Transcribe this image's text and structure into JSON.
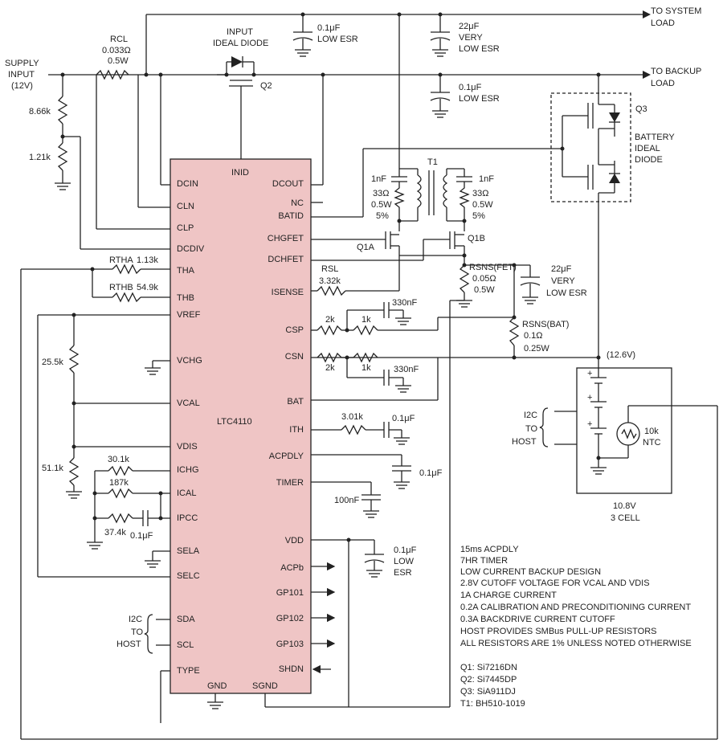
{
  "ic": {
    "name": "LTC4110",
    "left_pins": [
      "DCIN",
      "CLN",
      "CLP",
      "DCDIV",
      "THA",
      "THB",
      "VREF",
      "VCHG",
      "VCAL",
      "VDIS",
      "ICHG",
      "ICAL",
      "IPCC",
      "SELA",
      "SELC",
      "SDA",
      "SCL",
      "TYPE"
    ],
    "right_pins": [
      "DCOUT",
      "NC",
      "BATID",
      "CHGFET",
      "DCHFET",
      "ISENSE",
      "CSP",
      "CSN",
      "BAT",
      "ITH",
      "ACPDLY",
      "TIMER",
      "VDD",
      "ACPb",
      "GP101",
      "GP102",
      "GP103",
      "SHDN"
    ],
    "top_pin": "INID",
    "bottom_pins": [
      "GND",
      "SGND"
    ]
  },
  "labels": {
    "supply_input": [
      "SUPPLY",
      "INPUT",
      "(12V)"
    ],
    "to_system_load": [
      "TO SYSTEM",
      "LOAD"
    ],
    "to_backup_load": [
      "TO BACKUP",
      "LOAD"
    ],
    "input_ideal_diode": [
      "INPUT",
      "IDEAL DIODE"
    ],
    "q2": "Q2",
    "q3": "Q3",
    "battery_ideal_diode": [
      "BATTERY",
      "IDEAL",
      "DIODE"
    ],
    "rcl": [
      "RCL",
      "0.033Ω",
      "0.5W"
    ],
    "cap1": [
      "0.1μF",
      "LOW ESR"
    ],
    "cap2": [
      "22μF",
      "VERY",
      "LOW ESR"
    ],
    "cap3": [
      "0.1μF",
      "LOW ESR"
    ],
    "r_866k": "8.66k",
    "r_121k": "1.21k",
    "t1": "T1",
    "left_rc": [
      "1nF",
      "33Ω",
      "0.5W",
      "5%"
    ],
    "right_rc": [
      "1nF",
      "33Ω",
      "0.5W",
      "5%"
    ],
    "q1a": "Q1A",
    "q1b": "Q1B",
    "rtha": [
      "RTHA",
      "1.13k"
    ],
    "rthb": [
      "RTHB",
      "54.9k"
    ],
    "rsl": [
      "RSL",
      "3.32k"
    ],
    "rsns_fet": [
      "RSNS(FET)",
      "0.05Ω",
      "0.5W"
    ],
    "cap_22u_2": [
      "22μF",
      "VERY",
      "LOW ESR"
    ],
    "rsns_bat": [
      "RSNS(BAT)",
      "0.1Ω",
      "0.25W"
    ],
    "csp_net": [
      "2k",
      "1k",
      "330nF"
    ],
    "csn_net": [
      "2k",
      "1k",
      "330nF"
    ],
    "v126": "(12.6V)",
    "r255k": "25.5k",
    "r511k": "51.1k",
    "r301k": "30.1k",
    "r187k": "187k",
    "r374k": "37.4k",
    "c01u_ipcc": "0.1μF",
    "ith_net": [
      "3.01k",
      "0.1μF"
    ],
    "acpdly_cap": "0.1μF",
    "timer_cap": "100nF",
    "vdd_cap": [
      "0.1μF",
      "LOW",
      "ESR"
    ],
    "i2c_host_left": [
      "I2C",
      "TO",
      "HOST"
    ],
    "i2c_host_right": [
      "I2C",
      "TO",
      "HOST"
    ],
    "battery": [
      "10.8V",
      "3 CELL"
    ],
    "ntc": [
      "10k",
      "NTC"
    ]
  },
  "notes": [
    "15ms ACPDLY",
    "7HR TIMER",
    "LOW CURRENT BACKUP DESIGN",
    "2.8V CUTOFF VOLTAGE FOR VCAL AND VDIS",
    "1A CHARGE CURRENT",
    "0.2A CALIBRATION AND PRECONDITIONING CURRENT",
    "0.3A BACKDRIVE CURRENT CUTOFF",
    "HOST PROVIDES SMBus PULL-UP RESISTORS",
    "ALL RESISTORS ARE 1% UNLESS NOTED OTHERWISE"
  ],
  "parts": [
    "Q1: Si7216DN",
    "Q2: Si7445DP",
    "Q3: SiA911DJ",
    "T1: BH510-1019"
  ]
}
